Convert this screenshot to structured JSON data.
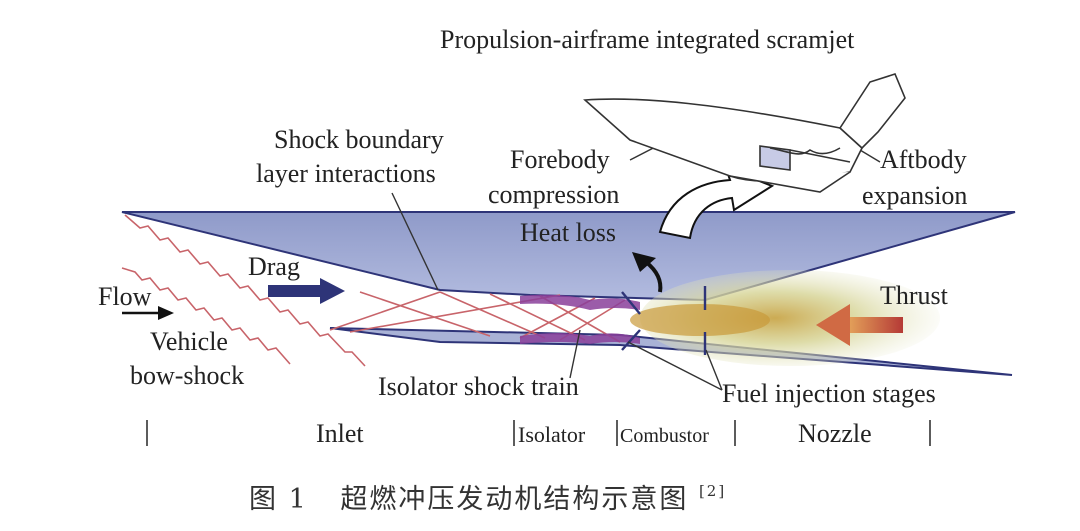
{
  "figure": {
    "labels": {
      "title_scramjet": "Propulsion-airframe integrated scramjet",
      "shock_boundary_1": "Shock boundary",
      "shock_boundary_2": "layer interactions",
      "forebody_1": "Forebody",
      "forebody_2": "compression",
      "aftbody_1": "Aftbody",
      "aftbody_2": "expansion",
      "heat_loss": "Heat loss",
      "drag": "Drag",
      "thrust": "Thrust",
      "flow": "Flow",
      "vehicle_1": "Vehicle",
      "vehicle_2": "bow-shock",
      "isolator_shock_train": "Isolator shock train",
      "fuel_injection": "Fuel injection stages"
    },
    "sections": [
      "Inlet",
      "Isolator",
      "Combustor",
      "Nozzle"
    ],
    "caption": {
      "prefix": "图 1",
      "text": "超燃冲压发动机结构示意图",
      "ref": "[2]"
    },
    "colors": {
      "body_fill": "#a9b2d6",
      "body_stroke": "#2e3478",
      "shock_line": "#c8646a",
      "drag_arrow": "#2e3478",
      "thrust_arrow": "#b8473a",
      "flame": "#d6c98a",
      "fuel_band": "#8a3f9a"
    }
  }
}
